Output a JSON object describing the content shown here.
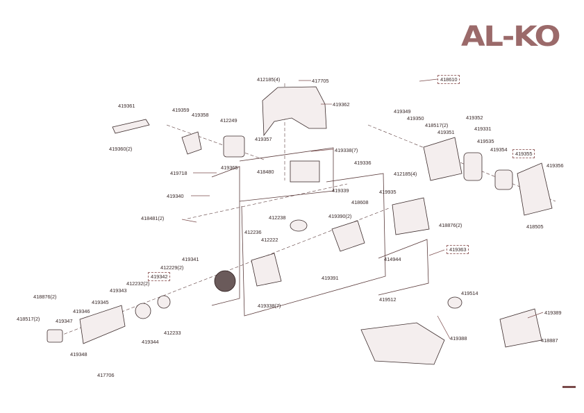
{
  "brand": {
    "logo_text": "AL-KO",
    "color": "#9b6a6a"
  },
  "diagram": {
    "type": "exploded-parts-view",
    "callouts": [
      {
        "id": "c01",
        "label": "412185(4)"
      },
      {
        "id": "c02",
        "label": "417705"
      },
      {
        "id": "c03",
        "label": "419362"
      },
      {
        "id": "c04",
        "label": "418610",
        "boxed": true
      },
      {
        "id": "c05",
        "label": "419361"
      },
      {
        "id": "c06",
        "label": "419359"
      },
      {
        "id": "c07",
        "label": "419358"
      },
      {
        "id": "c08",
        "label": "412249"
      },
      {
        "id": "c09",
        "label": "419360(2)"
      },
      {
        "id": "c10",
        "label": "419357"
      },
      {
        "id": "c11",
        "label": "419338(7)"
      },
      {
        "id": "c12",
        "label": "419336"
      },
      {
        "id": "c13",
        "label": "419349"
      },
      {
        "id": "c14",
        "label": "419350"
      },
      {
        "id": "c15",
        "label": "418517(2)"
      },
      {
        "id": "c16",
        "label": "419351"
      },
      {
        "id": "c17",
        "label": "419352"
      },
      {
        "id": "c18",
        "label": "419331"
      },
      {
        "id": "c19",
        "label": "419535"
      },
      {
        "id": "c20",
        "label": "419354"
      },
      {
        "id": "c21",
        "label": "419355",
        "boxed": true
      },
      {
        "id": "c22",
        "label": "419356"
      },
      {
        "id": "c23",
        "label": "419718"
      },
      {
        "id": "c24",
        "label": "419365"
      },
      {
        "id": "c25",
        "label": "418480"
      },
      {
        "id": "c26",
        "label": "419339"
      },
      {
        "id": "c27",
        "label": "412185(4)"
      },
      {
        "id": "c28",
        "label": "419340"
      },
      {
        "id": "c29",
        "label": "419935"
      },
      {
        "id": "c30",
        "label": "418608"
      },
      {
        "id": "c31",
        "label": "418505"
      },
      {
        "id": "c32",
        "label": "418481(2)"
      },
      {
        "id": "c33",
        "label": "412238"
      },
      {
        "id": "c34",
        "label": "419390(2)"
      },
      {
        "id": "c35",
        "label": "418876(2)"
      },
      {
        "id": "c36",
        "label": "412236"
      },
      {
        "id": "c37",
        "label": "412222"
      },
      {
        "id": "c38",
        "label": "419363",
        "boxed": true
      },
      {
        "id": "c39",
        "label": "419341"
      },
      {
        "id": "c40",
        "label": "412229(2)"
      },
      {
        "id": "c41",
        "label": "419342",
        "boxed": true
      },
      {
        "id": "c42",
        "label": "412232(2)"
      },
      {
        "id": "c43",
        "label": "419343"
      },
      {
        "id": "c44",
        "label": "414944"
      },
      {
        "id": "c45",
        "label": "419391"
      },
      {
        "id": "c46",
        "label": "419338(7)"
      },
      {
        "id": "c47",
        "label": "419512"
      },
      {
        "id": "c48",
        "label": "419345"
      },
      {
        "id": "c49",
        "label": "418876(2)"
      },
      {
        "id": "c50",
        "label": "419346"
      },
      {
        "id": "c51",
        "label": "418517(2)"
      },
      {
        "id": "c52",
        "label": "419347"
      },
      {
        "id": "c53",
        "label": "412233"
      },
      {
        "id": "c54",
        "label": "419344"
      },
      {
        "id": "c55",
        "label": "419348"
      },
      {
        "id": "c56",
        "label": "417706"
      },
      {
        "id": "c57",
        "label": "419514"
      },
      {
        "id": "c58",
        "label": "419389"
      },
      {
        "id": "c59",
        "label": "419388"
      },
      {
        "id": "c60",
        "label": "418887"
      }
    ]
  }
}
